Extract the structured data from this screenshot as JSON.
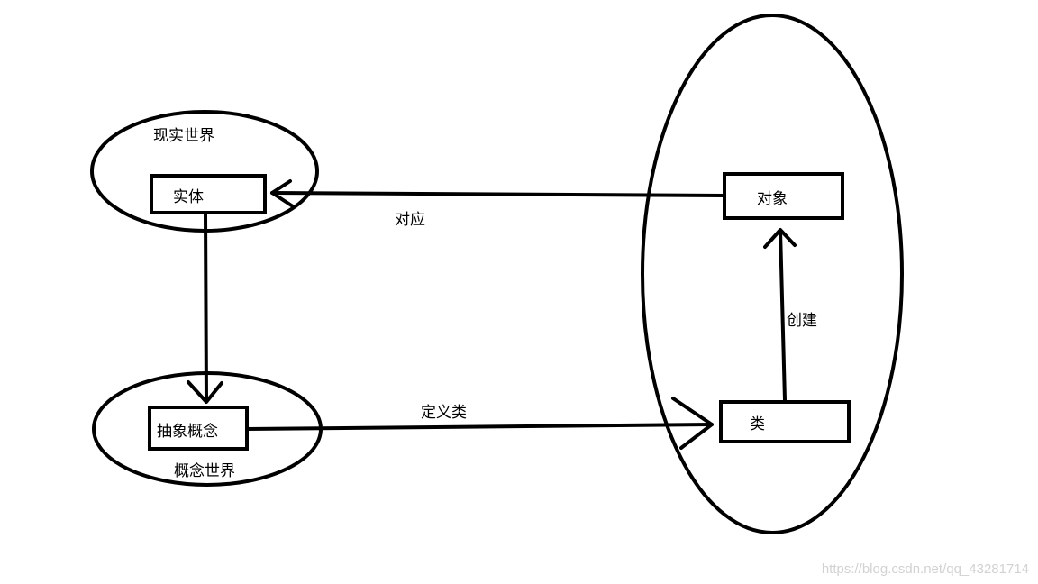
{
  "diagram": {
    "regions": {
      "real_world": "现实世界",
      "concept_world": "概念世界"
    },
    "boxes": {
      "entity": "实体",
      "abstract_concept": "抽象概念",
      "object": "对象",
      "class": "类"
    },
    "edges": {
      "correspond": "对应",
      "define_class": "定义类",
      "create": "创建"
    },
    "colors": {
      "stroke": "#000000",
      "background": "#ffffff",
      "watermark": "#d2d2d2"
    }
  },
  "watermark": "https://blog.csdn.net/qq_43281714"
}
